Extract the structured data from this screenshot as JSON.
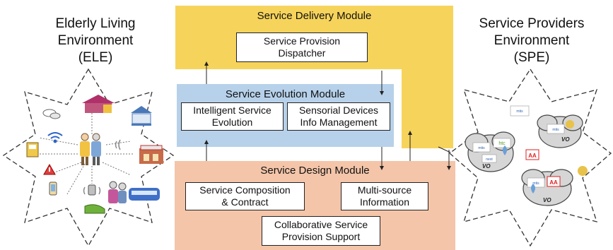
{
  "ele": {
    "line1": "Elderly Living",
    "line2": "Environment",
    "abbr": "(ELE)"
  },
  "spe": {
    "line1": "Service Providers",
    "line2": "Environment",
    "abbr": "(SPE)"
  },
  "delivery": {
    "title": "Service Delivery Module",
    "dispatcher": {
      "line1": "Service Provision",
      "line2": "Dispatcher"
    },
    "color": "#F6D35B"
  },
  "evolution": {
    "title": "Service Evolution Module",
    "intelligent": {
      "line1": "Intelligent Service",
      "line2": "Evolution"
    },
    "sensorial": {
      "line1": "Sensorial Devices",
      "line2": "Info Management"
    },
    "color": "#B7D1EA"
  },
  "design": {
    "title": "Service Design Module",
    "composition": {
      "line1": "Service Composition",
      "line2": "& Contract"
    },
    "multisource": {
      "line1": "Multi-source",
      "line2": "Information"
    },
    "collaborative": {
      "line1": "Collaborative Service",
      "line2": "Provision Support"
    },
    "color": "#F4C5A9"
  },
  "vo_label": "VO",
  "logos": {
    "mtis": "mtis",
    "htc": "htc",
    "aa": "AA",
    "nest": "nest"
  }
}
